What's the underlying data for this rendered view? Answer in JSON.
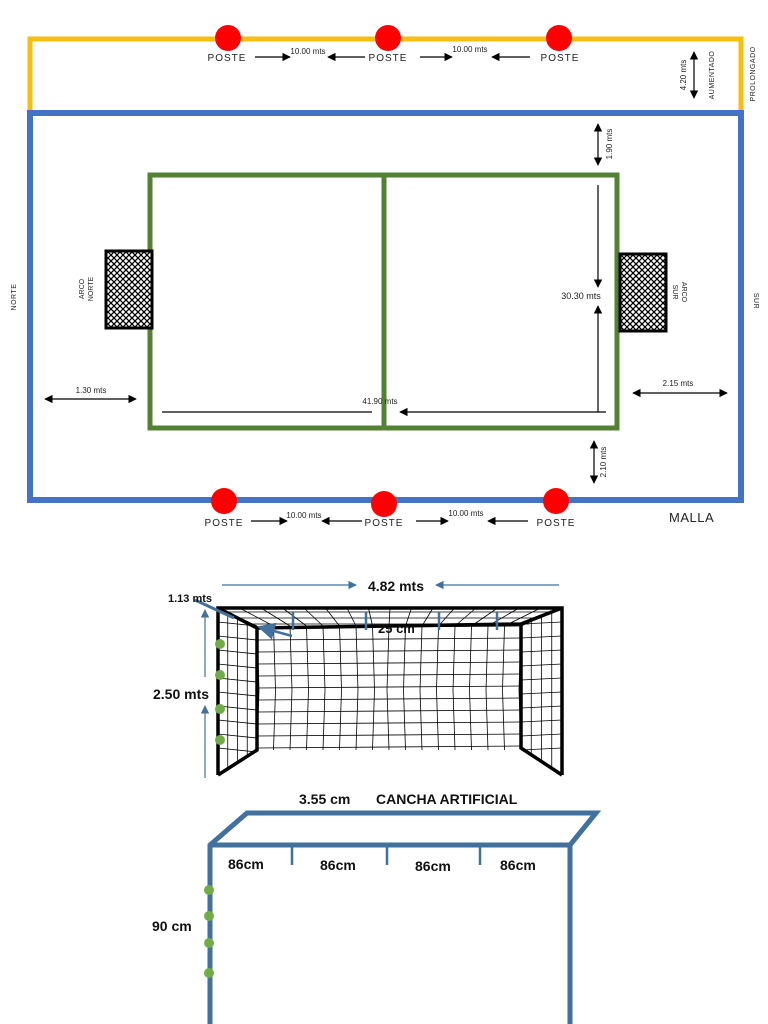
{
  "colors": {
    "yellow_border": "#f5bf0f",
    "blue_border": "#4472c4",
    "field_green": "#548235",
    "post_red": "#ff0000",
    "steel_blue": "#41719c",
    "net_dot_green": "#70ad47",
    "arrow": "#000000"
  },
  "top_layout": {
    "top_posts": [
      "POSTE",
      "POSTE",
      "POSTE"
    ],
    "top_gaps": [
      "10.00 mts",
      "10.00 mts"
    ],
    "bottom_posts": [
      "POSTE",
      "POSTE",
      "POSTE"
    ],
    "bottom_gaps": [
      "10.00 mts",
      "10.00 mts"
    ],
    "aumentado_dim": "4.20 mts",
    "aumentado_label": "AUMENTADO",
    "prolongado_label": "PROLONGADO",
    "north_label": "NORTE",
    "south_label": "SUR",
    "arco_norte": [
      "ARCO",
      "NORTE"
    ],
    "arco_sur": [
      "ARCO",
      "SUR"
    ],
    "top_margin": "1.90 mts",
    "bottom_margin": "2.10 mts",
    "field_width": "30.30 mts",
    "field_length": "41.90 mts",
    "left_margin": "1.30 mts",
    "right_margin": "2.15 mts",
    "malla_label": "MALLA"
  },
  "goal_view": {
    "width": "4.82 mts",
    "depth": "1.13 mts",
    "spacing": "25 cm",
    "height": "2.50 mts"
  },
  "cancha_artificial": {
    "top_dim": "3.55 cm",
    "title": "CANCHA ARTIFICIAL",
    "segments": [
      "86cm",
      "86cm",
      "86cm",
      "86cm"
    ],
    "height": "90 cm"
  }
}
